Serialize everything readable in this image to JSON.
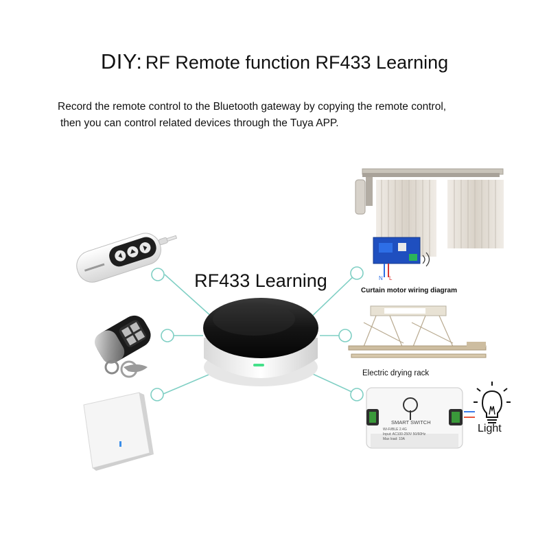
{
  "header": {
    "prefix": "DIY:",
    "title": "RF Remote function RF433 Learning"
  },
  "description": {
    "line1": "Record the remote control to the Bluetooth gateway by copying the remote control,",
    "line2": "then you can control related devices through the Tuya APP."
  },
  "hub": {
    "label": "RF433 Learning"
  },
  "devices": {
    "curtain_caption": "Curtain motor wiring diagram",
    "rack_caption": "Electric drying rack",
    "switch_text": "SMART SWITCH",
    "switch_spec1": "Wi-Fi/BLE 2.4G",
    "switch_spec2": "Input: AC100-250V 50/60Hz",
    "switch_spec3": "Max load: 10A",
    "wire_n": "N",
    "wire_l": "L",
    "light_label": "Light"
  },
  "colors": {
    "connector": "#7fcfc4",
    "hub_top": "#1a1a1a",
    "indicator": "#45e08a"
  }
}
